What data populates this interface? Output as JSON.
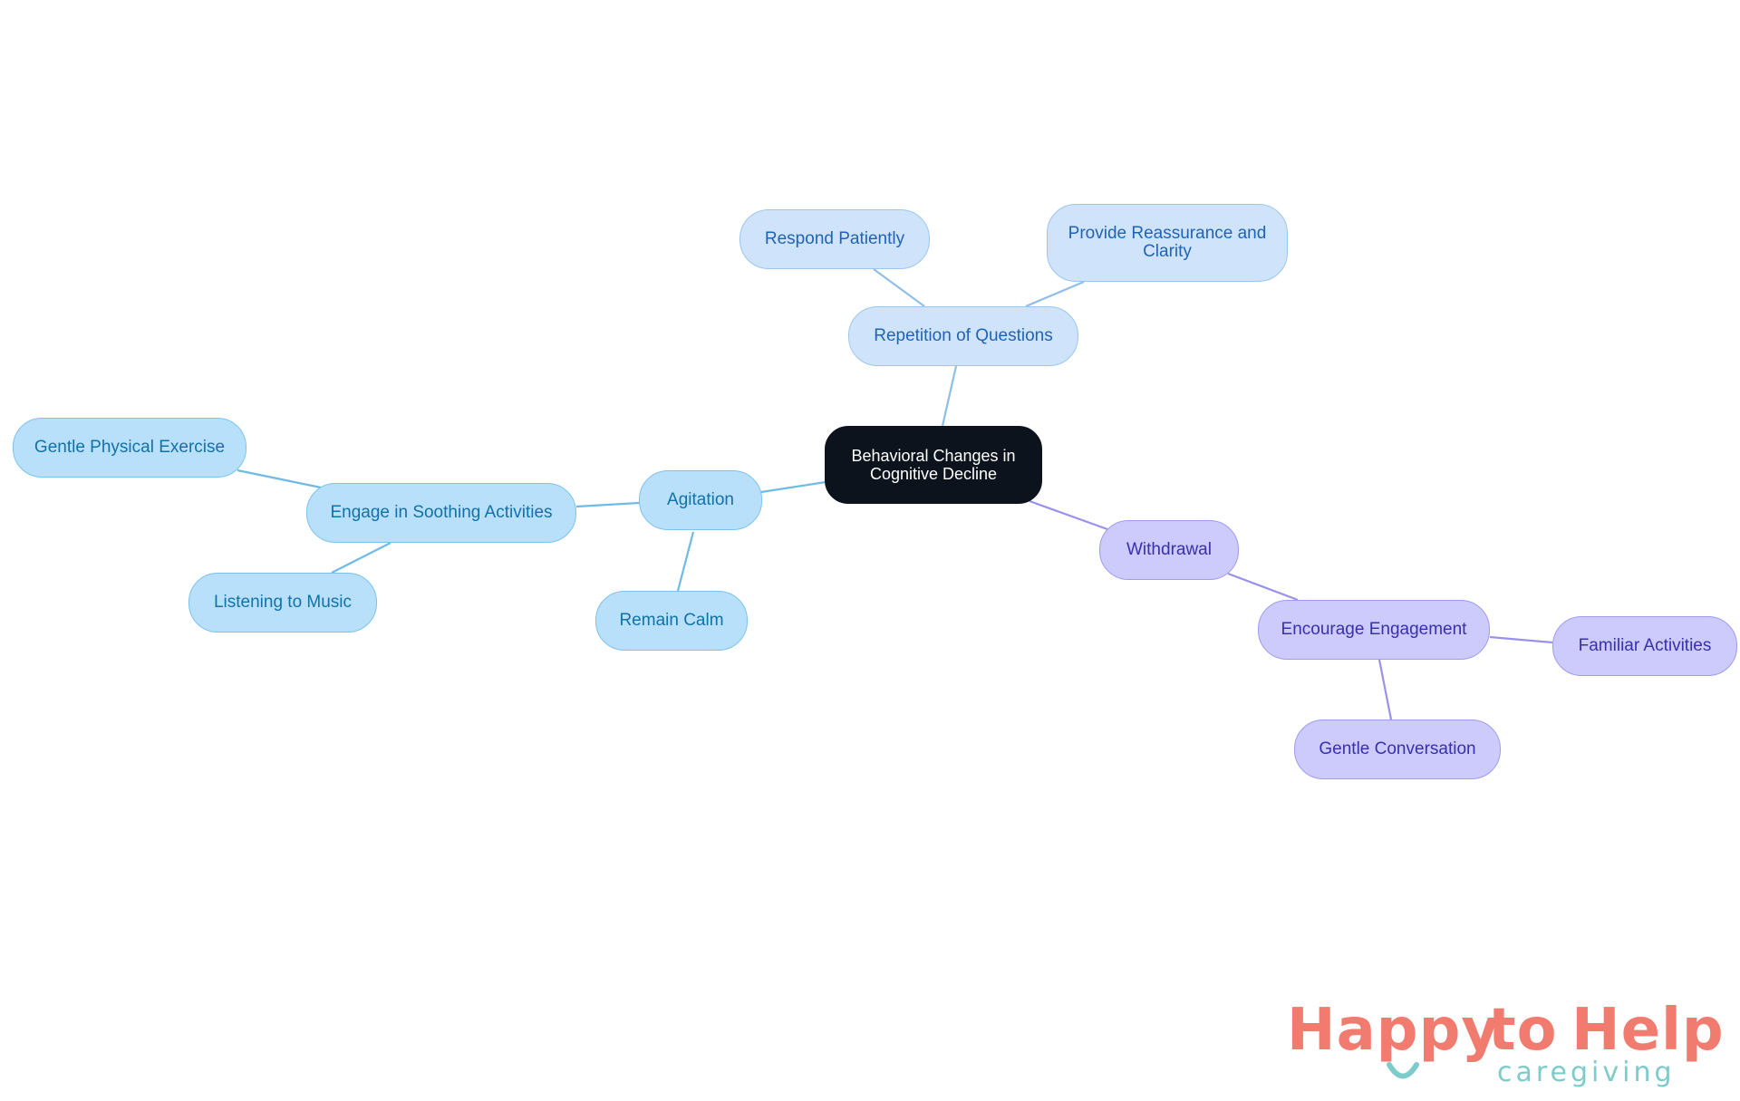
{
  "mindmap": {
    "root": {
      "id": "root",
      "label": "Behavioral Changes in\nCognitive Decline"
    },
    "nodes": [
      {
        "id": "repetition",
        "label": "Repetition of Questions",
        "parent": "root",
        "branch": "blue"
      },
      {
        "id": "respond",
        "label": "Respond Patiently",
        "parent": "repetition",
        "branch": "blue"
      },
      {
        "id": "reassure",
        "label": "Provide Reassurance and\nClarity",
        "parent": "repetition",
        "branch": "blue"
      },
      {
        "id": "agitation",
        "label": "Agitation",
        "parent": "root",
        "branch": "sky"
      },
      {
        "id": "soothing",
        "label": "Engage in Soothing Activities",
        "parent": "agitation",
        "branch": "sky"
      },
      {
        "id": "exercise",
        "label": "Gentle Physical Exercise",
        "parent": "soothing",
        "branch": "sky"
      },
      {
        "id": "music",
        "label": "Listening to Music",
        "parent": "soothing",
        "branch": "sky"
      },
      {
        "id": "calm",
        "label": "Remain Calm",
        "parent": "agitation",
        "branch": "sky"
      },
      {
        "id": "withdrawal",
        "label": "Withdrawal",
        "parent": "root",
        "branch": "violet"
      },
      {
        "id": "engagement",
        "label": "Encourage Engagement",
        "parent": "withdrawal",
        "branch": "violet"
      },
      {
        "id": "familiar",
        "label": "Familiar Activities",
        "parent": "engagement",
        "branch": "violet"
      },
      {
        "id": "conversation",
        "label": "Gentle Conversation",
        "parent": "engagement",
        "branch": "violet"
      }
    ]
  },
  "logo": {
    "word_happy": "Happy",
    "word_to": "to",
    "word_help": "Help",
    "sub": "caregiving"
  },
  "colors": {
    "root_fill": "#0d131c",
    "root_text": "#ffffff",
    "blue_fill": "#cfe4fb",
    "blue_border": "#9cc6f0",
    "blue_text": "#1f63b8",
    "blue_edge": "#8ebfe8",
    "sky_fill": "#b9e0fb",
    "sky_border": "#7cc3ef",
    "sky_text": "#1172aa",
    "sky_edge": "#6fbbe6",
    "violet_fill": "#cccbfc",
    "violet_border": "#9f9cf0",
    "violet_text": "#3a2fae",
    "violet_edge": "#9792ec",
    "logo_coral": "#f07b6e",
    "logo_teal": "#7dcbcb"
  }
}
